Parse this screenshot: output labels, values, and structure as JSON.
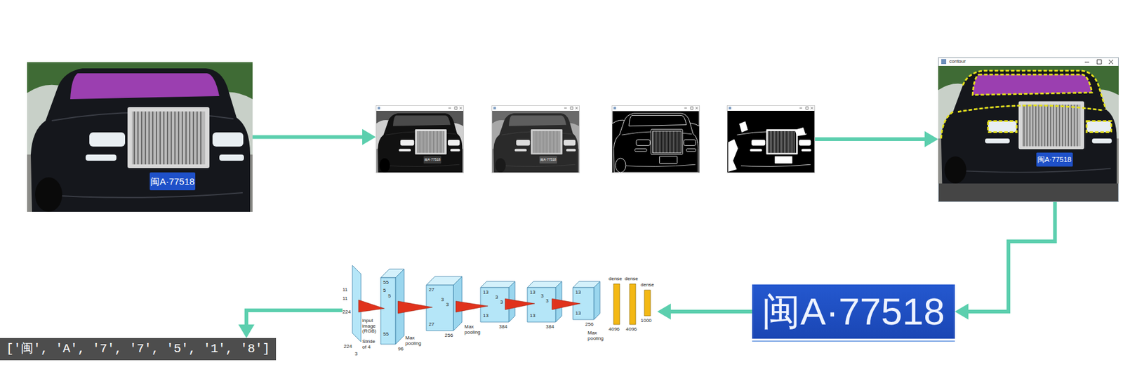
{
  "diagram": {
    "nodes": [
      {
        "text": [
          "闽A·77518"
        ]
      },
      {
        "text": [
          "闽A·77518",
          "闽A·77518"
        ]
      },
      {
        "text": [
          "contour",
          "闽A·77518"
        ]
      },
      {
        "text": [
          "闽A·77518"
        ]
      },
      {
        "text": [
          "224",
          "11",
          "11",
          "input image (RGB)",
          "Stride of 4",
          "224",
          "3",
          "55",
          "5",
          "5",
          "55",
          "96",
          "Max pooling",
          "27",
          "3",
          "3",
          "27",
          "256",
          "Max pooling",
          "13",
          "3",
          "3",
          "13",
          "384",
          "13",
          "3",
          "3",
          "13",
          "384",
          "13",
          "13",
          "256",
          "Max pooling",
          "dense",
          "dense",
          "dense",
          "4096",
          "4096",
          "1000"
        ]
      },
      {
        "text": [
          "['闽', 'A', '7', '7', '5', '1', '8']"
        ]
      }
    ],
    "edges": [
      {
        "from": 0,
        "to": 1,
        "arrow": "to"
      },
      {
        "from": 1,
        "to": 2,
        "arrow": "to"
      },
      {
        "from": 2,
        "to": 3,
        "arrow": "to"
      },
      {
        "from": 3,
        "to": 4,
        "arrow": "to"
      },
      {
        "from": 4,
        "to": 5,
        "arrow": "to"
      }
    ]
  }
}
